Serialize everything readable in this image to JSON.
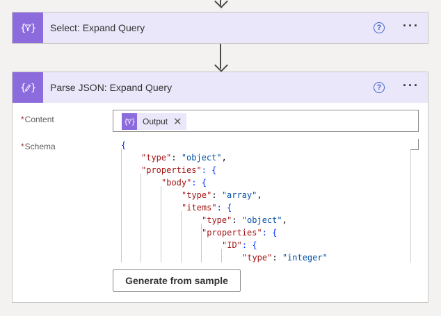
{
  "steps": [
    {
      "title": "Select: Expand Query",
      "icon": "data-operation-select-icon"
    },
    {
      "title": "Parse JSON: Expand Query",
      "icon": "data-operation-parse-icon"
    }
  ],
  "help_symbol": "?",
  "more_symbol": "···",
  "colors": {
    "accent": "#8c6cdc",
    "header_bg": "#ebe7fb",
    "help": "#3e64c8",
    "required": "#a4262c"
  },
  "fields": {
    "content": {
      "required_mark": "*",
      "label": "Content",
      "token_label": "Output",
      "token_close": "✕"
    },
    "schema": {
      "required_mark": "*",
      "label": "Schema",
      "code_lines": [
        [
          {
            "t": "p",
            "v": "{"
          }
        ],
        [
          {
            "t": "k",
            "v": "\"type\""
          },
          {
            "t": "p",
            "v": ": "
          },
          {
            "t": "s",
            "v": "\"object\""
          },
          {
            "t": "p",
            "v": ","
          }
        ],
        [
          {
            "t": "k",
            "v": "\"properties\""
          },
          {
            "t": "p",
            "v": ": {"
          }
        ],
        [
          {
            "t": "k",
            "v": "\"body\""
          },
          {
            "t": "p",
            "v": ": {"
          }
        ],
        [
          {
            "t": "k",
            "v": "\"type\""
          },
          {
            "t": "p",
            "v": ": "
          },
          {
            "t": "s",
            "v": "\"array\""
          },
          {
            "t": "p",
            "v": ","
          }
        ],
        [
          {
            "t": "k",
            "v": "\"items\""
          },
          {
            "t": "p",
            "v": ": {"
          }
        ],
        [
          {
            "t": "k",
            "v": "\"type\""
          },
          {
            "t": "p",
            "v": ": "
          },
          {
            "t": "s",
            "v": "\"object\""
          },
          {
            "t": "p",
            "v": ","
          }
        ],
        [
          {
            "t": "k",
            "v": "\"properties\""
          },
          {
            "t": "p",
            "v": ": {"
          }
        ],
        [
          {
            "t": "k",
            "v": "\"ID\""
          },
          {
            "t": "p",
            "v": ": {"
          }
        ],
        [
          {
            "t": "k",
            "v": "\"type\""
          },
          {
            "t": "p",
            "v": ": "
          },
          {
            "t": "s",
            "v": "\"integer\""
          }
        ]
      ]
    }
  },
  "generate_button": "Generate from sample"
}
